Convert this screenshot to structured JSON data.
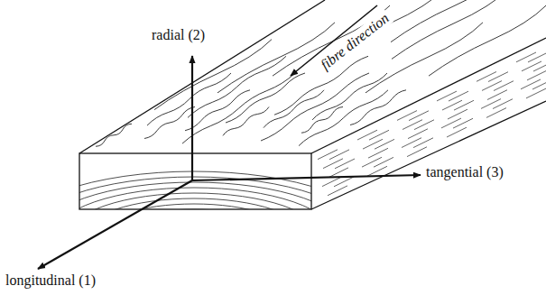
{
  "diagram": {
    "labels": [
      "radial (2)",
      "fibre direction",
      "tangential (3)",
      "longitudinal (1)"
    ]
  }
}
